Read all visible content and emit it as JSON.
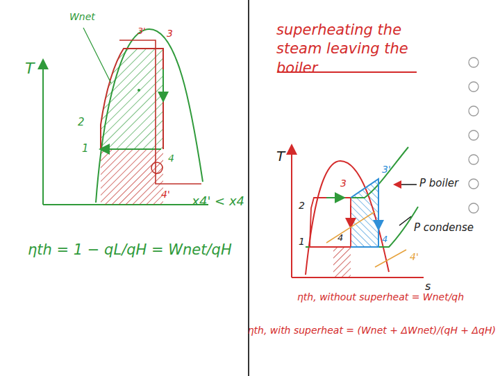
{
  "diagram": {
    "title": "superheating the steam leaving the boiler",
    "labels": [
      "Wnet",
      "T",
      "3'",
      "3",
      "2",
      "1",
      "4",
      "4'",
      "x4' < x4",
      "ηth = 1 − qL/qH = Wnet/qH",
      "T",
      "3",
      "3'",
      "2",
      "1",
      "4",
      "4",
      "4'",
      "P boiler",
      "P condense",
      "s",
      "ηth, without superheat = Wnet/qh",
      "ηth, with superheat = (Wnet + ΔWnet)/(qH + ΔqH)"
    ]
  }
}
